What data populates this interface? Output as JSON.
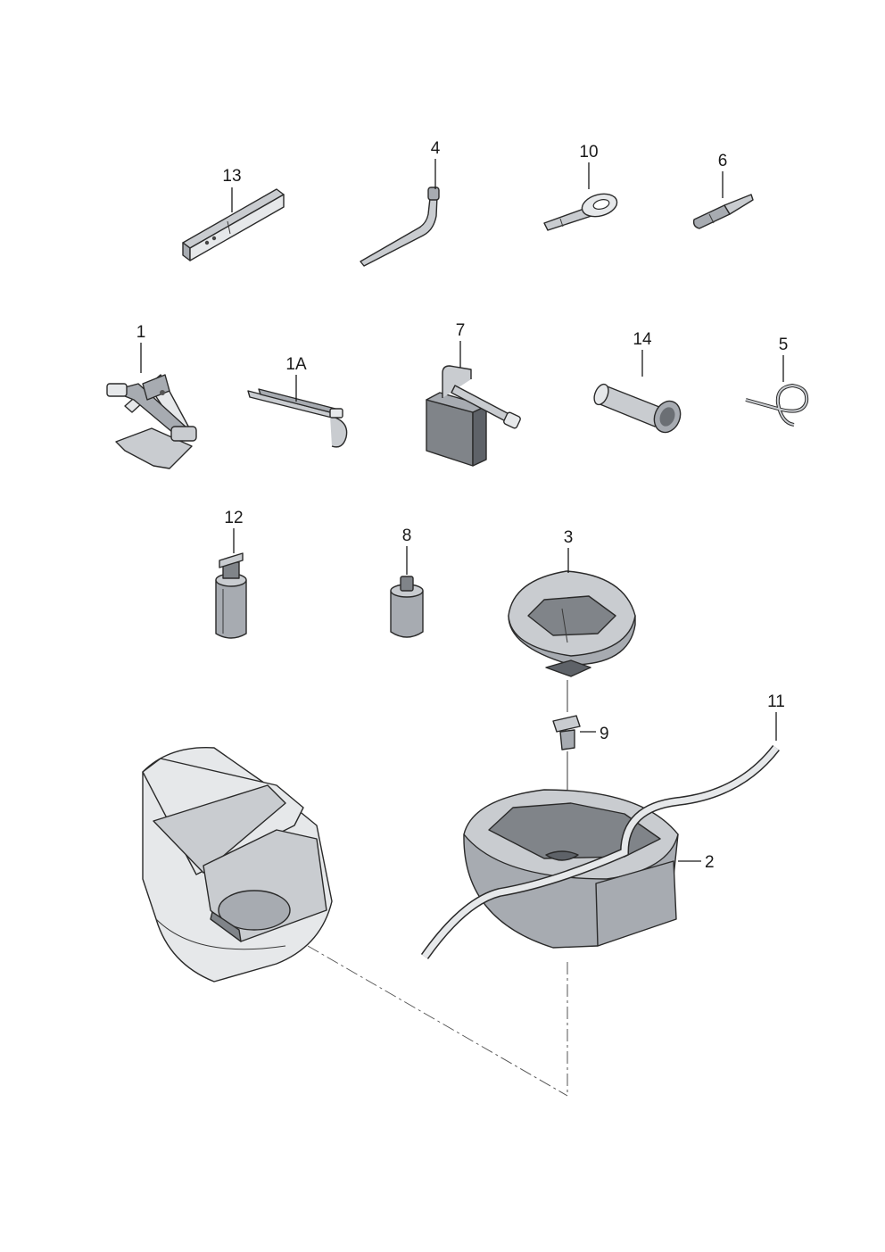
{
  "callouts": [
    {
      "id": "13",
      "text": "13"
    },
    {
      "id": "4",
      "text": "4"
    },
    {
      "id": "10",
      "text": "10"
    },
    {
      "id": "6",
      "text": "6"
    },
    {
      "id": "1",
      "text": "1"
    },
    {
      "id": "1A",
      "text": "1A"
    },
    {
      "id": "7",
      "text": "7"
    },
    {
      "id": "14",
      "text": "14"
    },
    {
      "id": "5",
      "text": "5"
    },
    {
      "id": "12",
      "text": "12"
    },
    {
      "id": "8",
      "text": "8"
    },
    {
      "id": "3",
      "text": "3"
    },
    {
      "id": "9",
      "text": "9"
    },
    {
      "id": "11",
      "text": "11"
    },
    {
      "id": "2",
      "text": "2"
    }
  ]
}
